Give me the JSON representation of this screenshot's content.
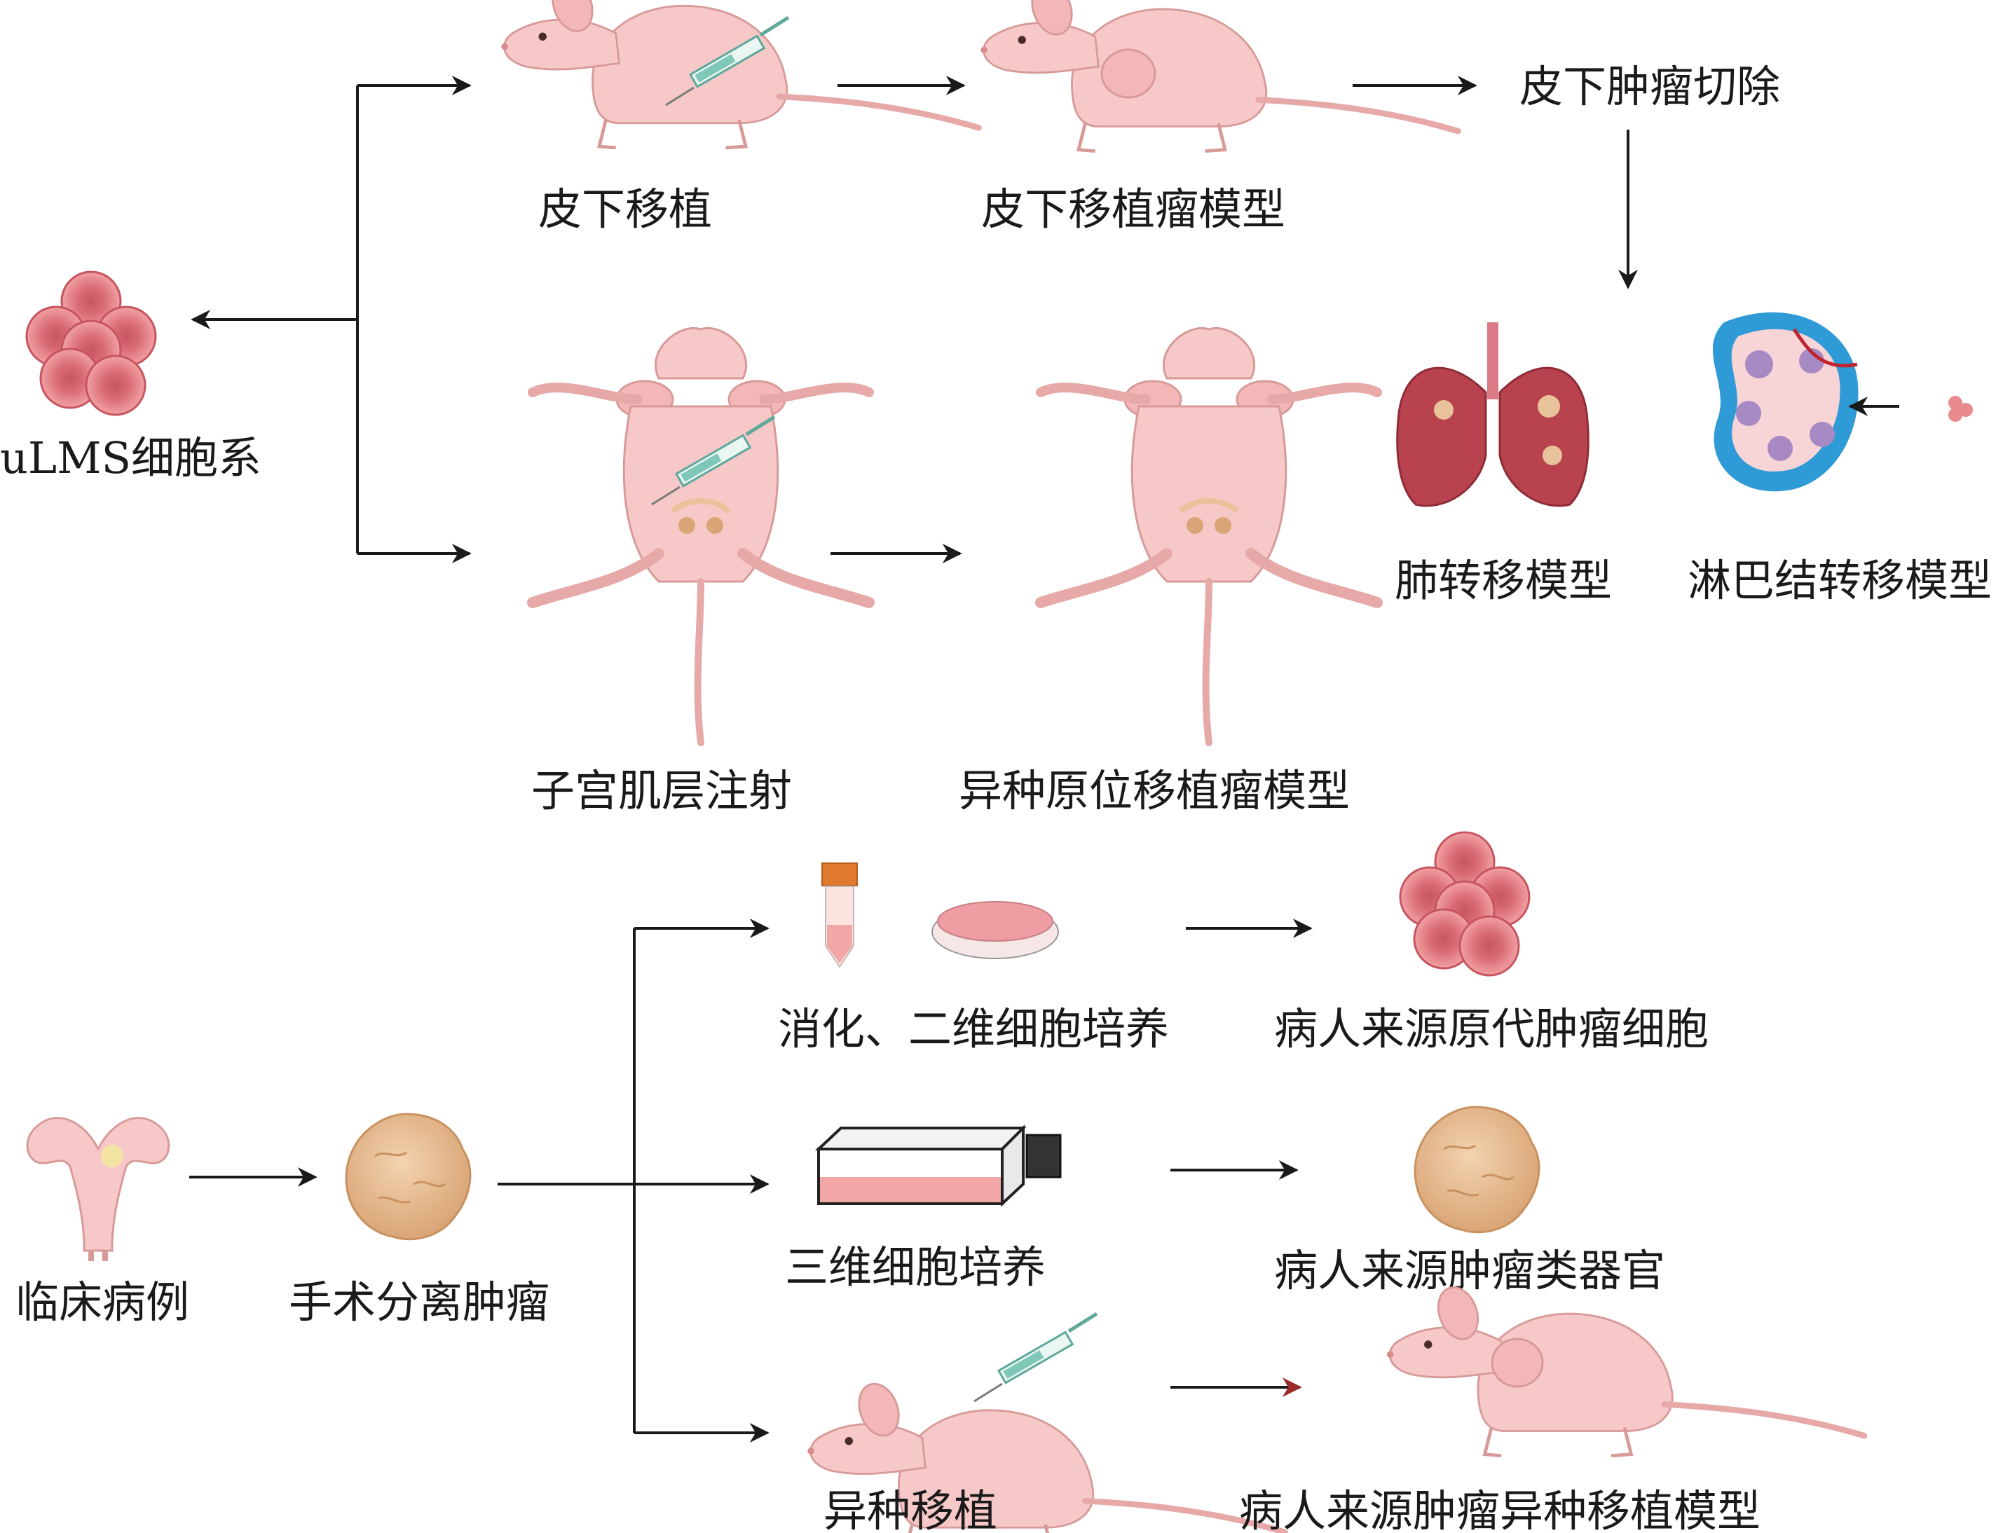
{
  "labels": {
    "cell_line": "uLMS细胞系",
    "subcutaneous_transplant": "皮下移植",
    "subcutaneous_model": "皮下移植瘤模型",
    "tumor_resection": "皮下肿瘤切除",
    "myometrial_injection": "子宫肌层注射",
    "orthotopic_model": "异种原位移植瘤模型",
    "lung_metastasis": "肺转移模型",
    "lymph_metastasis": "淋巴结转移模型",
    "digestion_2d": "消化、二维细胞培养",
    "primary_cells": "病人来源原代肿瘤细胞",
    "culture_3d": "三维细胞培养",
    "organoid": "病人来源肿瘤类器官",
    "xenograft": "异种移植",
    "pdx_model": "病人来源肿瘤异种移植模型",
    "clinical_case": "临床病例",
    "surgical_tumor": "手术分离肿瘤"
  },
  "colors": {
    "arrow": "#1a1a1a",
    "arrow_accent": "#9b2b2b",
    "mouse_skin": "#f6c9c8",
    "mouse_outline": "#d79a98",
    "cell_fill": "#e98a8f",
    "cell_nucleus": "#c65560",
    "lung": "#b8434f",
    "tumor": "#e8c29a",
    "lymph_blue": "#2e9ad6"
  },
  "icons": {
    "syringe": "syringe-icon",
    "mouse": "nude-mouse-icon",
    "cells": "cell-cluster-icon",
    "lung": "lung-icon",
    "lymph_node": "lymph-node-icon",
    "tube": "centrifuge-tube-icon",
    "dish": "petri-dish-icon",
    "flask": "culture-flask-icon",
    "uterus": "uterus-icon",
    "tumor": "tumor-tissue-icon"
  }
}
